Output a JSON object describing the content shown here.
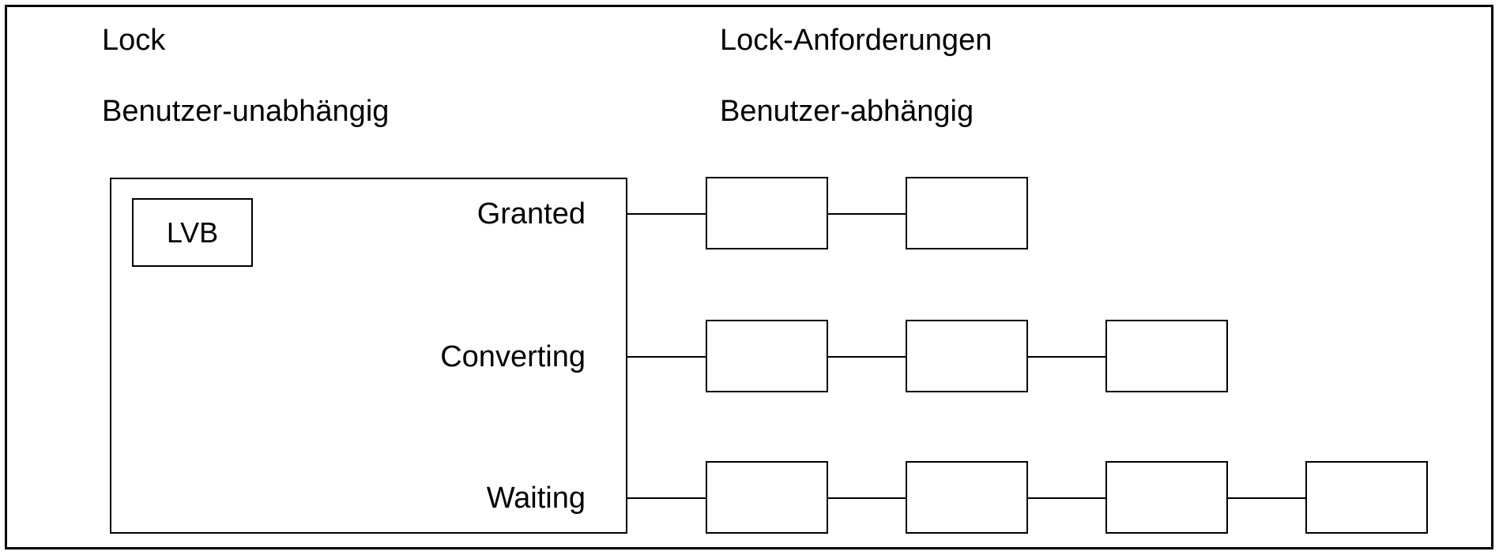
{
  "figure": {
    "title_columns": {
      "left_primary": "Lock",
      "right_primary": "Lock-Anforderungen",
      "left_secondary": "Benutzer-unabhängig",
      "right_secondary": "Benutzer-abhängig"
    },
    "lock_container": {
      "inner_box_label": "LVB"
    },
    "queues": [
      {
        "state": "Granted",
        "request_count": 2,
        "requests": [
          "",
          ""
        ]
      },
      {
        "state": "Converting",
        "request_count": 3,
        "requests": [
          "",
          "",
          ""
        ]
      },
      {
        "state": "Waiting",
        "request_count": 4,
        "requests": [
          "",
          "",
          "",
          ""
        ]
      }
    ],
    "colors": {
      "stroke": "#000000",
      "background": "#ffffff"
    }
  }
}
